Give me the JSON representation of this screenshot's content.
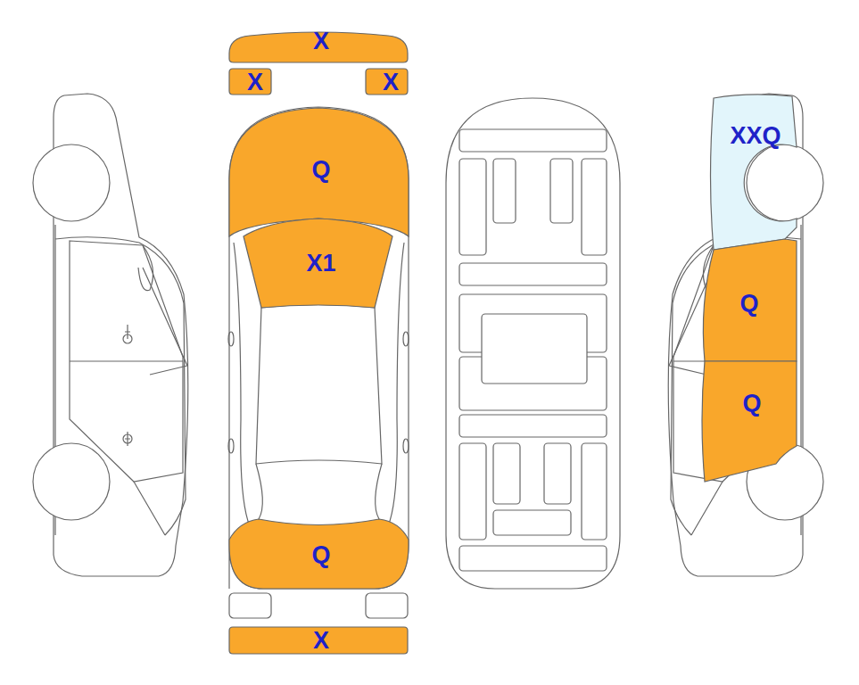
{
  "diagram": {
    "nodes": [
      {
        "text": [
          "X"
        ]
      },
      {
        "text": [
          "X"
        ]
      },
      {
        "text": [
          "X"
        ]
      },
      {
        "text": [
          "XXQ"
        ]
      },
      {
        "text": [
          "Q"
        ]
      },
      {
        "text": [
          "X1"
        ]
      },
      {
        "text": [
          "Q"
        ]
      },
      {
        "text": [
          "Q"
        ]
      },
      {
        "text": [
          "Q"
        ]
      },
      {
        "text": [
          "X"
        ]
      }
    ]
  }
}
